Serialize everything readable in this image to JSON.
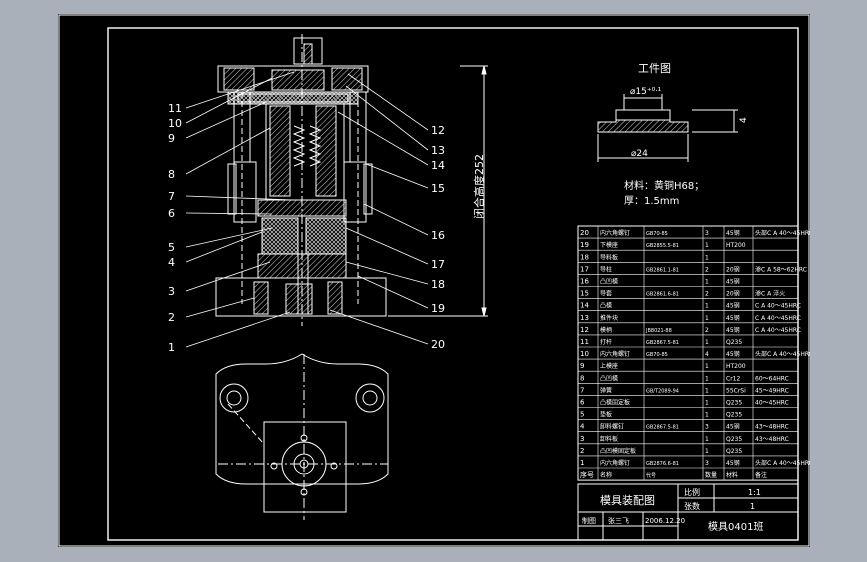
{
  "colors": {
    "background": "#a9b0ba",
    "sheet": "#000000",
    "line": "#ffffff",
    "hatch": "#d8d8d8"
  },
  "callouts_left": [
    "11",
    "10",
    "9",
    "8",
    "7",
    "6",
    "5",
    "4",
    "3",
    "2",
    "1"
  ],
  "callouts_right": [
    "12",
    "13",
    "14",
    "15",
    "16",
    "17",
    "18",
    "19",
    "20"
  ],
  "closed_height_label": "闭合高度252",
  "workpiece": {
    "title": "工件图",
    "dim_top": "⌀15⁺⁰ᐧ¹",
    "dim_bottom": "⌀24",
    "dim_side": "4",
    "material": "材料：黄铜H68；",
    "thickness": "厚：1.5mm"
  },
  "bom": [
    {
      "no": "20",
      "name": "内六角螺钉",
      "std": "GB70-85",
      "qty": "3",
      "mat": "45钢",
      "note": "头部C A 40～45HRC"
    },
    {
      "no": "19",
      "name": "下模座",
      "std": "GB2855.5-81",
      "qty": "1",
      "mat": "HT200",
      "note": ""
    },
    {
      "no": "18",
      "name": "导料板",
      "std": "",
      "qty": "1",
      "mat": "",
      "note": ""
    },
    {
      "no": "17",
      "name": "导柱",
      "std": "GB2861.1-81",
      "qty": "2",
      "mat": "20钢",
      "note": "渗C A 58～62HRC"
    },
    {
      "no": "16",
      "name": "凸凹模",
      "std": "",
      "qty": "1",
      "mat": "45钢",
      "note": ""
    },
    {
      "no": "15",
      "name": "导套",
      "std": "GB2861.6-81",
      "qty": "2",
      "mat": "20钢",
      "note": "渗C A 淬火"
    },
    {
      "no": "14",
      "name": "凸模",
      "std": "",
      "qty": "1",
      "mat": "45钢",
      "note": "C A 40～45HRC"
    },
    {
      "no": "13",
      "name": "推件块",
      "std": "",
      "qty": "1",
      "mat": "45钢",
      "note": "C A 40～45HRC"
    },
    {
      "no": "12",
      "name": "模柄",
      "std": "JB8021-88",
      "qty": "2",
      "mat": "45钢",
      "note": "C A 40～45HRC"
    },
    {
      "no": "11",
      "name": "打杆",
      "std": "GB2867.5-81",
      "qty": "1",
      "mat": "Q235",
      "note": ""
    },
    {
      "no": "10",
      "name": "内六角螺钉",
      "std": "GB70-85",
      "qty": "4",
      "mat": "45钢",
      "note": "头部C A 40～45HRC"
    },
    {
      "no": "9",
      "name": "上模座",
      "std": "",
      "qty": "1",
      "mat": "HT200",
      "note": ""
    },
    {
      "no": "8",
      "name": "凸凹模",
      "std": "",
      "qty": "1",
      "mat": "Cr12",
      "note": "60～64HRC"
    },
    {
      "no": "7",
      "name": "弹簧",
      "std": "GB/T2089-94",
      "qty": "1",
      "mat": "55CrSi",
      "note": "45～49HRC"
    },
    {
      "no": "6",
      "name": "凸模固定板",
      "std": "",
      "qty": "1",
      "mat": "Q235",
      "note": "40～45HRC"
    },
    {
      "no": "5",
      "name": "垫板",
      "std": "",
      "qty": "1",
      "mat": "Q235",
      "note": ""
    },
    {
      "no": "4",
      "name": "卸料螺钉",
      "std": "GB2867.5-81",
      "qty": "3",
      "mat": "45钢",
      "note": "43～48HRC"
    },
    {
      "no": "3",
      "name": "卸料板",
      "std": "",
      "qty": "1",
      "mat": "Q235",
      "note": "43～48HRC"
    },
    {
      "no": "2",
      "name": "凸凹模固定板",
      "std": "",
      "qty": "1",
      "mat": "Q235",
      "note": ""
    },
    {
      "no": "1",
      "name": "内六角螺钉",
      "std": "GB2876.6-81",
      "qty": "3",
      "mat": "45钢",
      "note": "头部C A 40～45HRC"
    }
  ],
  "bom_header": {
    "no": "序号",
    "name": "名称",
    "std": "代号",
    "qty": "数量",
    "mat": "材料",
    "note": "备注"
  },
  "title_block": {
    "drawing_title": "模具装配图",
    "scale_label": "比例",
    "scale_value": "1:1",
    "sheet_label": "张数",
    "sheet_value": "1",
    "drawn_label": "制图",
    "drawn_name": "张三飞",
    "date": "2006.12.20",
    "class_name": "模具0401班"
  }
}
